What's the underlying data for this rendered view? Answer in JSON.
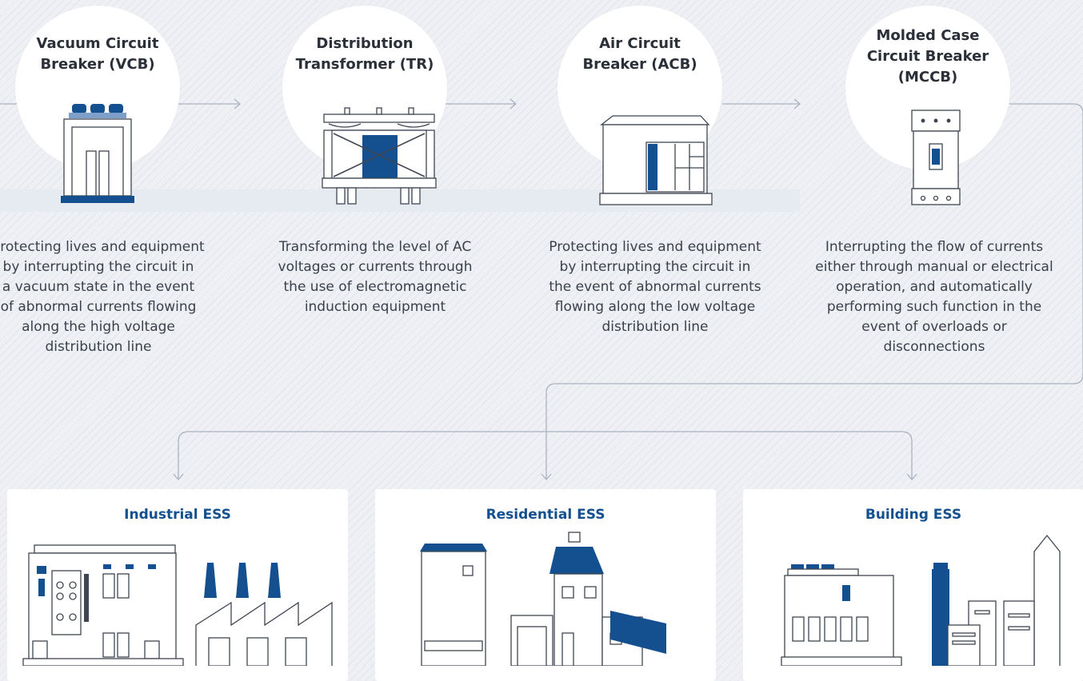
{
  "equipment": [
    {
      "title_lines": [
        "Vacuum Circuit",
        "Breaker (VCB)"
      ],
      "description": [
        "Protecting lives and equipment",
        "by interrupting the circuit in",
        "a vacuum state in the event",
        "of abnormal currents flowing",
        "along the high voltage",
        "distribution line"
      ]
    },
    {
      "title_lines": [
        "Distribution",
        "Transformer (TR)"
      ],
      "description": [
        "Transforming the level of AC",
        "voltages or currents through",
        "the use of electromagnetic",
        "induction equipment"
      ]
    },
    {
      "title_lines": [
        "Air Circuit",
        "Breaker (ACB)"
      ],
      "description": [
        "Protecting lives and equipment",
        "by interrupting the circuit in",
        "the event of abnormal currents",
        "flowing along the low voltage",
        "distribution line"
      ]
    },
    {
      "title_lines": [
        "Molded Case",
        "Circuit Breaker",
        "(MCCB)"
      ],
      "description": [
        "Interrupting the flow of currents",
        "either through manual or electrical",
        "operation, and automatically",
        "performing such function in the",
        "event of overloads or disconnections"
      ]
    }
  ],
  "applications": [
    {
      "label": "Industrial ESS"
    },
    {
      "label": "Residential ESS"
    },
    {
      "label": "Building ESS"
    }
  ],
  "colors": {
    "navy": "#14508f",
    "line": "#aab3c1",
    "outline": "#3f4652",
    "accent": "#7d9fc9"
  }
}
